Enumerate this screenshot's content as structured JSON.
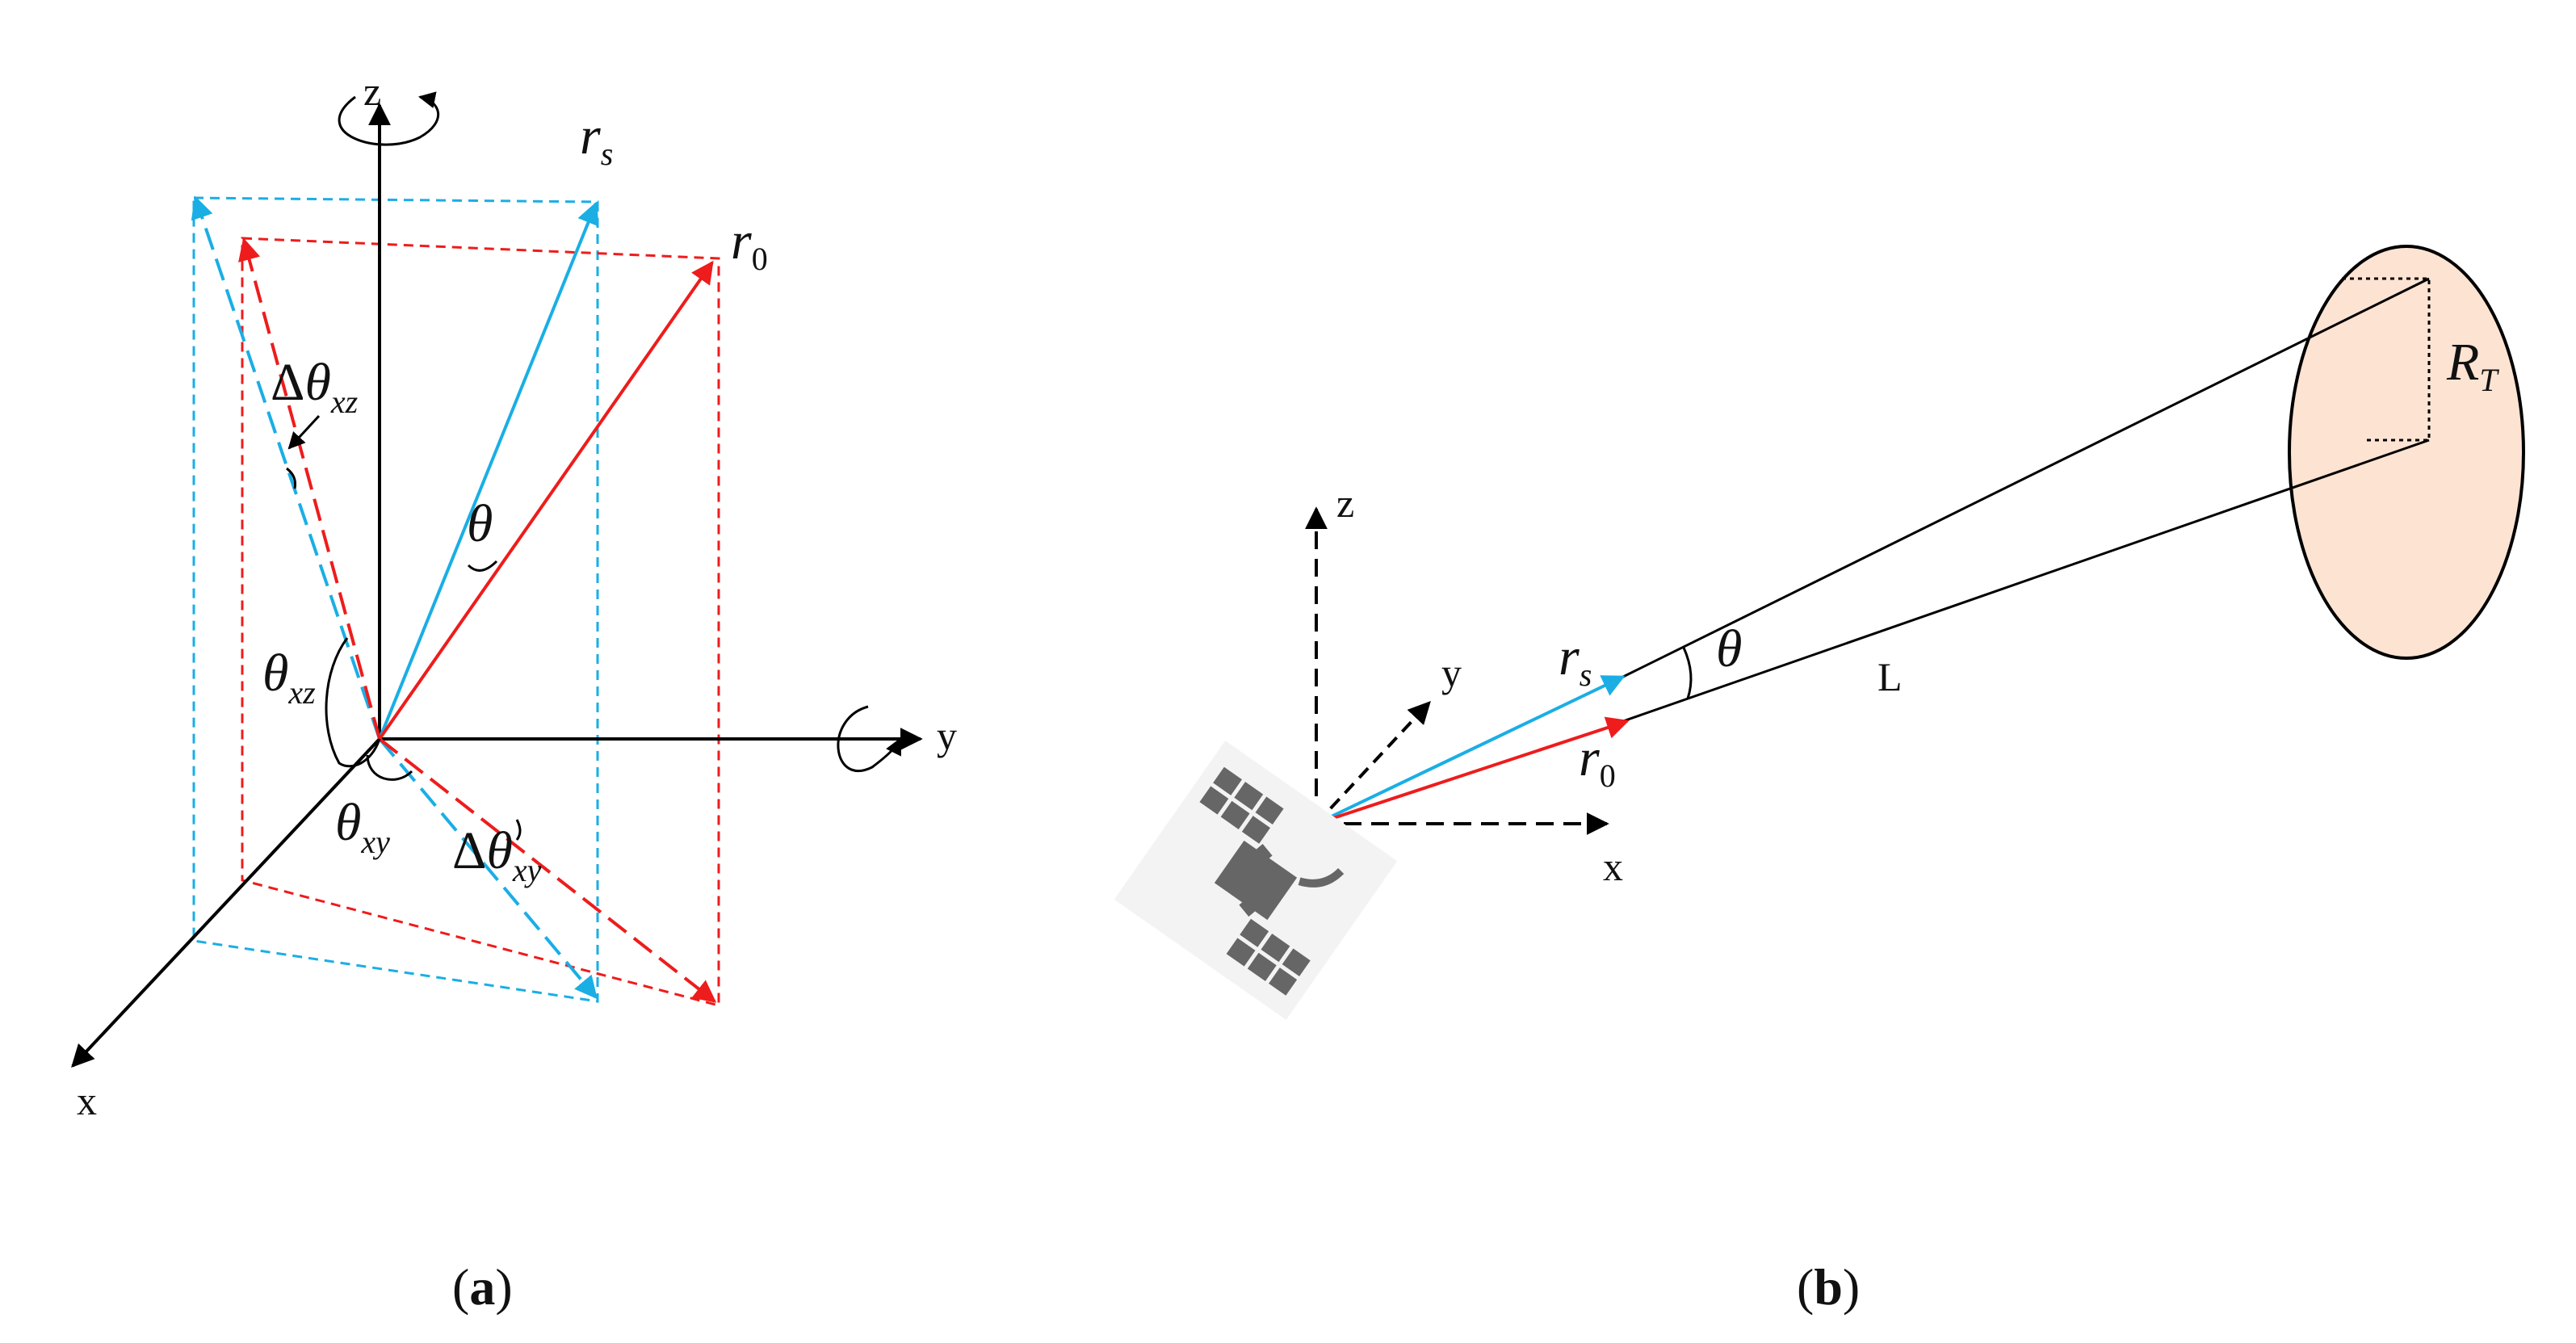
{
  "panel_a": {
    "caption_label": "a",
    "axes": {
      "z": "z",
      "y": "y",
      "x": "x"
    },
    "vectors": {
      "rs": {
        "main": "r",
        "sub": "s"
      },
      "r0": {
        "main": "r",
        "sub": "0"
      }
    },
    "angles": {
      "theta": "θ",
      "delta_theta_xz": {
        "delta": "Δ",
        "main": "θ",
        "sub": "xz"
      },
      "theta_xz": {
        "main": "θ",
        "sub": "xz"
      },
      "theta_xy": {
        "main": "θ",
        "sub": "xy"
      },
      "delta_theta_xy": {
        "delta": "Δ",
        "main": "θ",
        "sub": "xy"
      }
    },
    "colors": {
      "rs": "#1aaee5",
      "r0": "#ee1c1c",
      "axis": "#000000"
    }
  },
  "panel_b": {
    "caption_label": "b",
    "axes": {
      "z": "z",
      "y": "y",
      "x": "x"
    },
    "vectors": {
      "rs": {
        "main": "r",
        "sub": "s"
      },
      "r0": {
        "main": "r",
        "sub": "0"
      }
    },
    "theta": "θ",
    "distance_label": "L",
    "target_radius": {
      "main": "R",
      "sub": "T"
    },
    "target_fill": "#fde3d2",
    "satellite_icon": "satellite-icon"
  }
}
